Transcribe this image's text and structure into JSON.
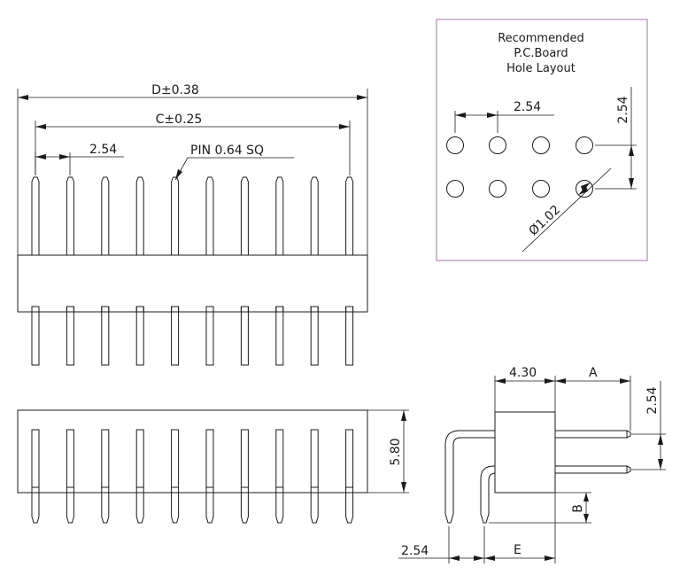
{
  "front_view": {
    "dim_d": "D±0.38",
    "dim_c": "C±0.25",
    "pitch": "2.54",
    "pin_note": "PIN 0.64 SQ"
  },
  "side_view": {
    "height": "5.80"
  },
  "pcb_layout": {
    "title_line1": "Recommended",
    "title_line2": "P.C.Board",
    "title_line3": "Hole Layout",
    "pitch_h": "2.54",
    "pitch_v": "2.54",
    "hole_dia": "Ø1.02"
  },
  "right_angle_view": {
    "body_width": "4.30",
    "dim_a": "A",
    "row_pitch": "2.54",
    "dim_b": "B",
    "pitch_bottom": "2.54",
    "dim_e": "E"
  }
}
